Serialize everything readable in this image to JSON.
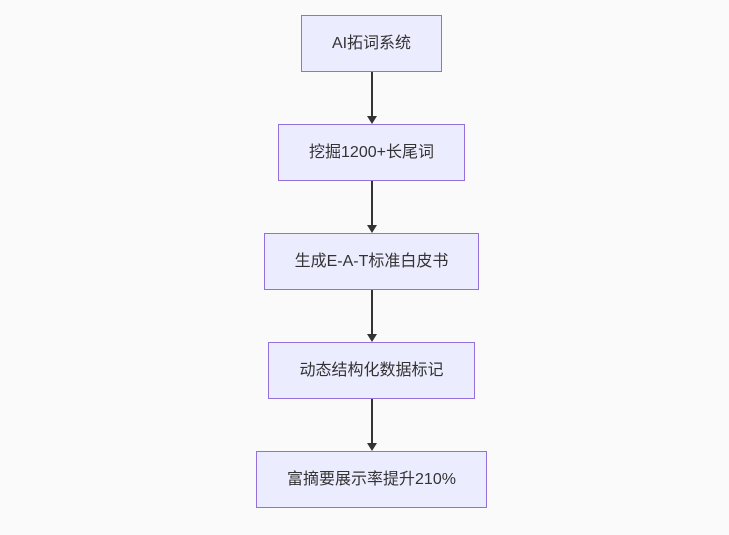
{
  "diagram": {
    "type": "flowchart",
    "direction": "top-down",
    "nodes": [
      {
        "id": "A",
        "label": "AI拓词系统"
      },
      {
        "id": "B",
        "label": "挖掘1200+长尾词"
      },
      {
        "id": "C",
        "label": "生成E-A-T标准白皮书"
      },
      {
        "id": "D",
        "label": "动态结构化数据标记"
      },
      {
        "id": "E",
        "label": "富摘要展示率提升210%"
      }
    ],
    "edges": [
      {
        "from": "A",
        "to": "B"
      },
      {
        "from": "B",
        "to": "C"
      },
      {
        "from": "C",
        "to": "D"
      },
      {
        "from": "D",
        "to": "E"
      }
    ],
    "colors": {
      "background": "#fafafa",
      "node_fill": "#ececff",
      "node_border": "#9370db",
      "arrow": "#333333",
      "text": "#333333"
    }
  }
}
